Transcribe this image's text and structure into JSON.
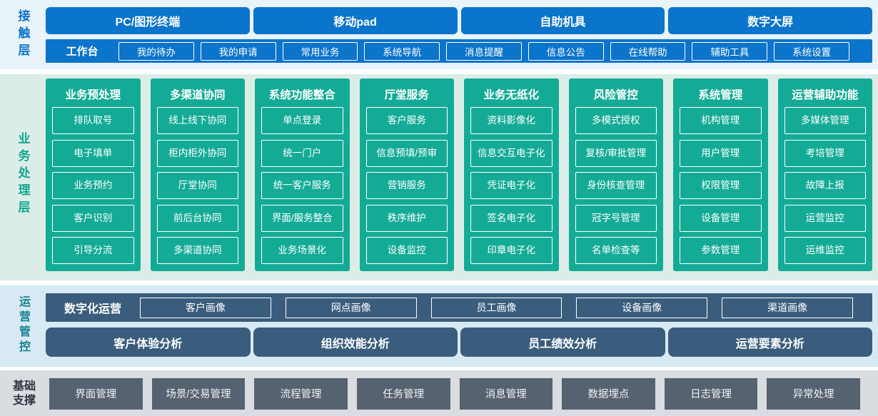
{
  "colors": {
    "contact_blue": "#0b74cb",
    "contact_band_bg": "#e8f3fa",
    "business_teal": "#14ab96",
    "business_band_bg": "#dcede7",
    "business_label_text": "#12a78f",
    "ops_slate": "#3a5d7d",
    "ops_band_bg": "#d7eaf4",
    "ops_label_text": "#17818f",
    "foundation_button": "#566270",
    "foundation_band_bg": "#d9dce0",
    "foundation_label_text": "#2f363d"
  },
  "contact_layer": {
    "label": "接触层",
    "devices": [
      "PC/图形终端",
      "移动pad",
      "自助机具",
      "数字大屏"
    ],
    "workbench": {
      "label": "工作台",
      "items": [
        "我的待办",
        "我的申请",
        "常用业务",
        "系统导航",
        "消息提醒",
        "信息公告",
        "在线帮助",
        "辅助工具",
        "系统设置"
      ]
    }
  },
  "business_layer": {
    "label": "业务处理层",
    "columns": [
      {
        "title": "业务预处理",
        "items": [
          "排队取号",
          "电子填单",
          "业务预约",
          "客户识别",
          "引导分流"
        ]
      },
      {
        "title": "多渠道协同",
        "items": [
          "线上线下协同",
          "柜内柜外协同",
          "厅堂协同",
          "前后台协同",
          "多渠道协同"
        ]
      },
      {
        "title": "系统功能整合",
        "items": [
          "单点登录",
          "统一门户",
          "统一客户服务",
          "界面/服务整合",
          "业务场景化"
        ]
      },
      {
        "title": "厅堂服务",
        "items": [
          "客户服务",
          "信息预填/预审",
          "营销服务",
          "秩序维护",
          "设备监控"
        ]
      },
      {
        "title": "业务无纸化",
        "items": [
          "资料影像化",
          "信息交互电子化",
          "凭证电子化",
          "签名电子化",
          "印章电子化"
        ]
      },
      {
        "title": "风险管控",
        "items": [
          "多模式授权",
          "复核/审批管理",
          "身份核查管理",
          "冠字号管理",
          "名单检查等"
        ]
      },
      {
        "title": "系统管理",
        "items": [
          "机构管理",
          "用户管理",
          "权限管理",
          "设备管理",
          "参数管理"
        ]
      },
      {
        "title": "运营辅助功能",
        "items": [
          "多媒体管理",
          "考培管理",
          "故障上报",
          "运营监控",
          "运维监控"
        ]
      }
    ]
  },
  "operations_layer": {
    "label": "运营管控",
    "digital_ops": {
      "label": "数字化运营",
      "items": [
        "客户画像",
        "网点画像",
        "员工画像",
        "设备画像",
        "渠道画像"
      ]
    },
    "analysis": [
      "客户体验分析",
      "组织效能分析",
      "员工绩效分析",
      "运营要素分析"
    ]
  },
  "foundation_layer": {
    "label": "基础支撑",
    "items": [
      "界面管理",
      "场景/交易管理",
      "流程管理",
      "任务管理",
      "消息管理",
      "数据埋点",
      "日志管理",
      "异常处理"
    ]
  }
}
